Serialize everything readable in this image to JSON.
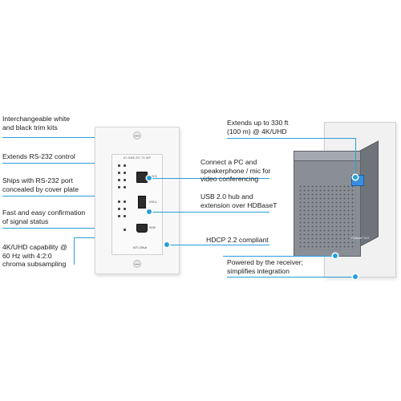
{
  "callouts": {
    "trim_kits": "Interchangeable white\nand black trim kits",
    "extends_rs232": "Extends RS-232 control",
    "ships_rs232": "Ships with RS-232 port\nconcealed by cover plate",
    "signal_status": "Fast and easy confirmation\nof signal status",
    "uhd_capability": "4K/UHD capability @\n60 Hz with 4:2:0\nchroma subsampling",
    "extends_330": "Extends up to 330 ft\n(100 m) @ 4K/UHD",
    "connect_pc": "Connect a PC and\nspeakerphone / mic for\nvideo conferencing",
    "usb_hub": "USB 2.0 hub and\nextension over HDBaseT",
    "hdcp": "HDCP 2.2 compliant",
    "powered": "Powered by the receiver;\nsimplifies integration"
  },
  "device": {
    "model": "AT-OME-EX-TX-WP",
    "brand": "ATLONA",
    "port_labels": [
      "USB B",
      "USB A",
      "HDMI"
    ],
    "hdbaset_label": "HDBaseT OUT"
  },
  "colors": {
    "accent": "#2a9fd8",
    "plate": "#f7f7f7",
    "box": "#8a8f96",
    "rj45": "#3a8ee0"
  }
}
